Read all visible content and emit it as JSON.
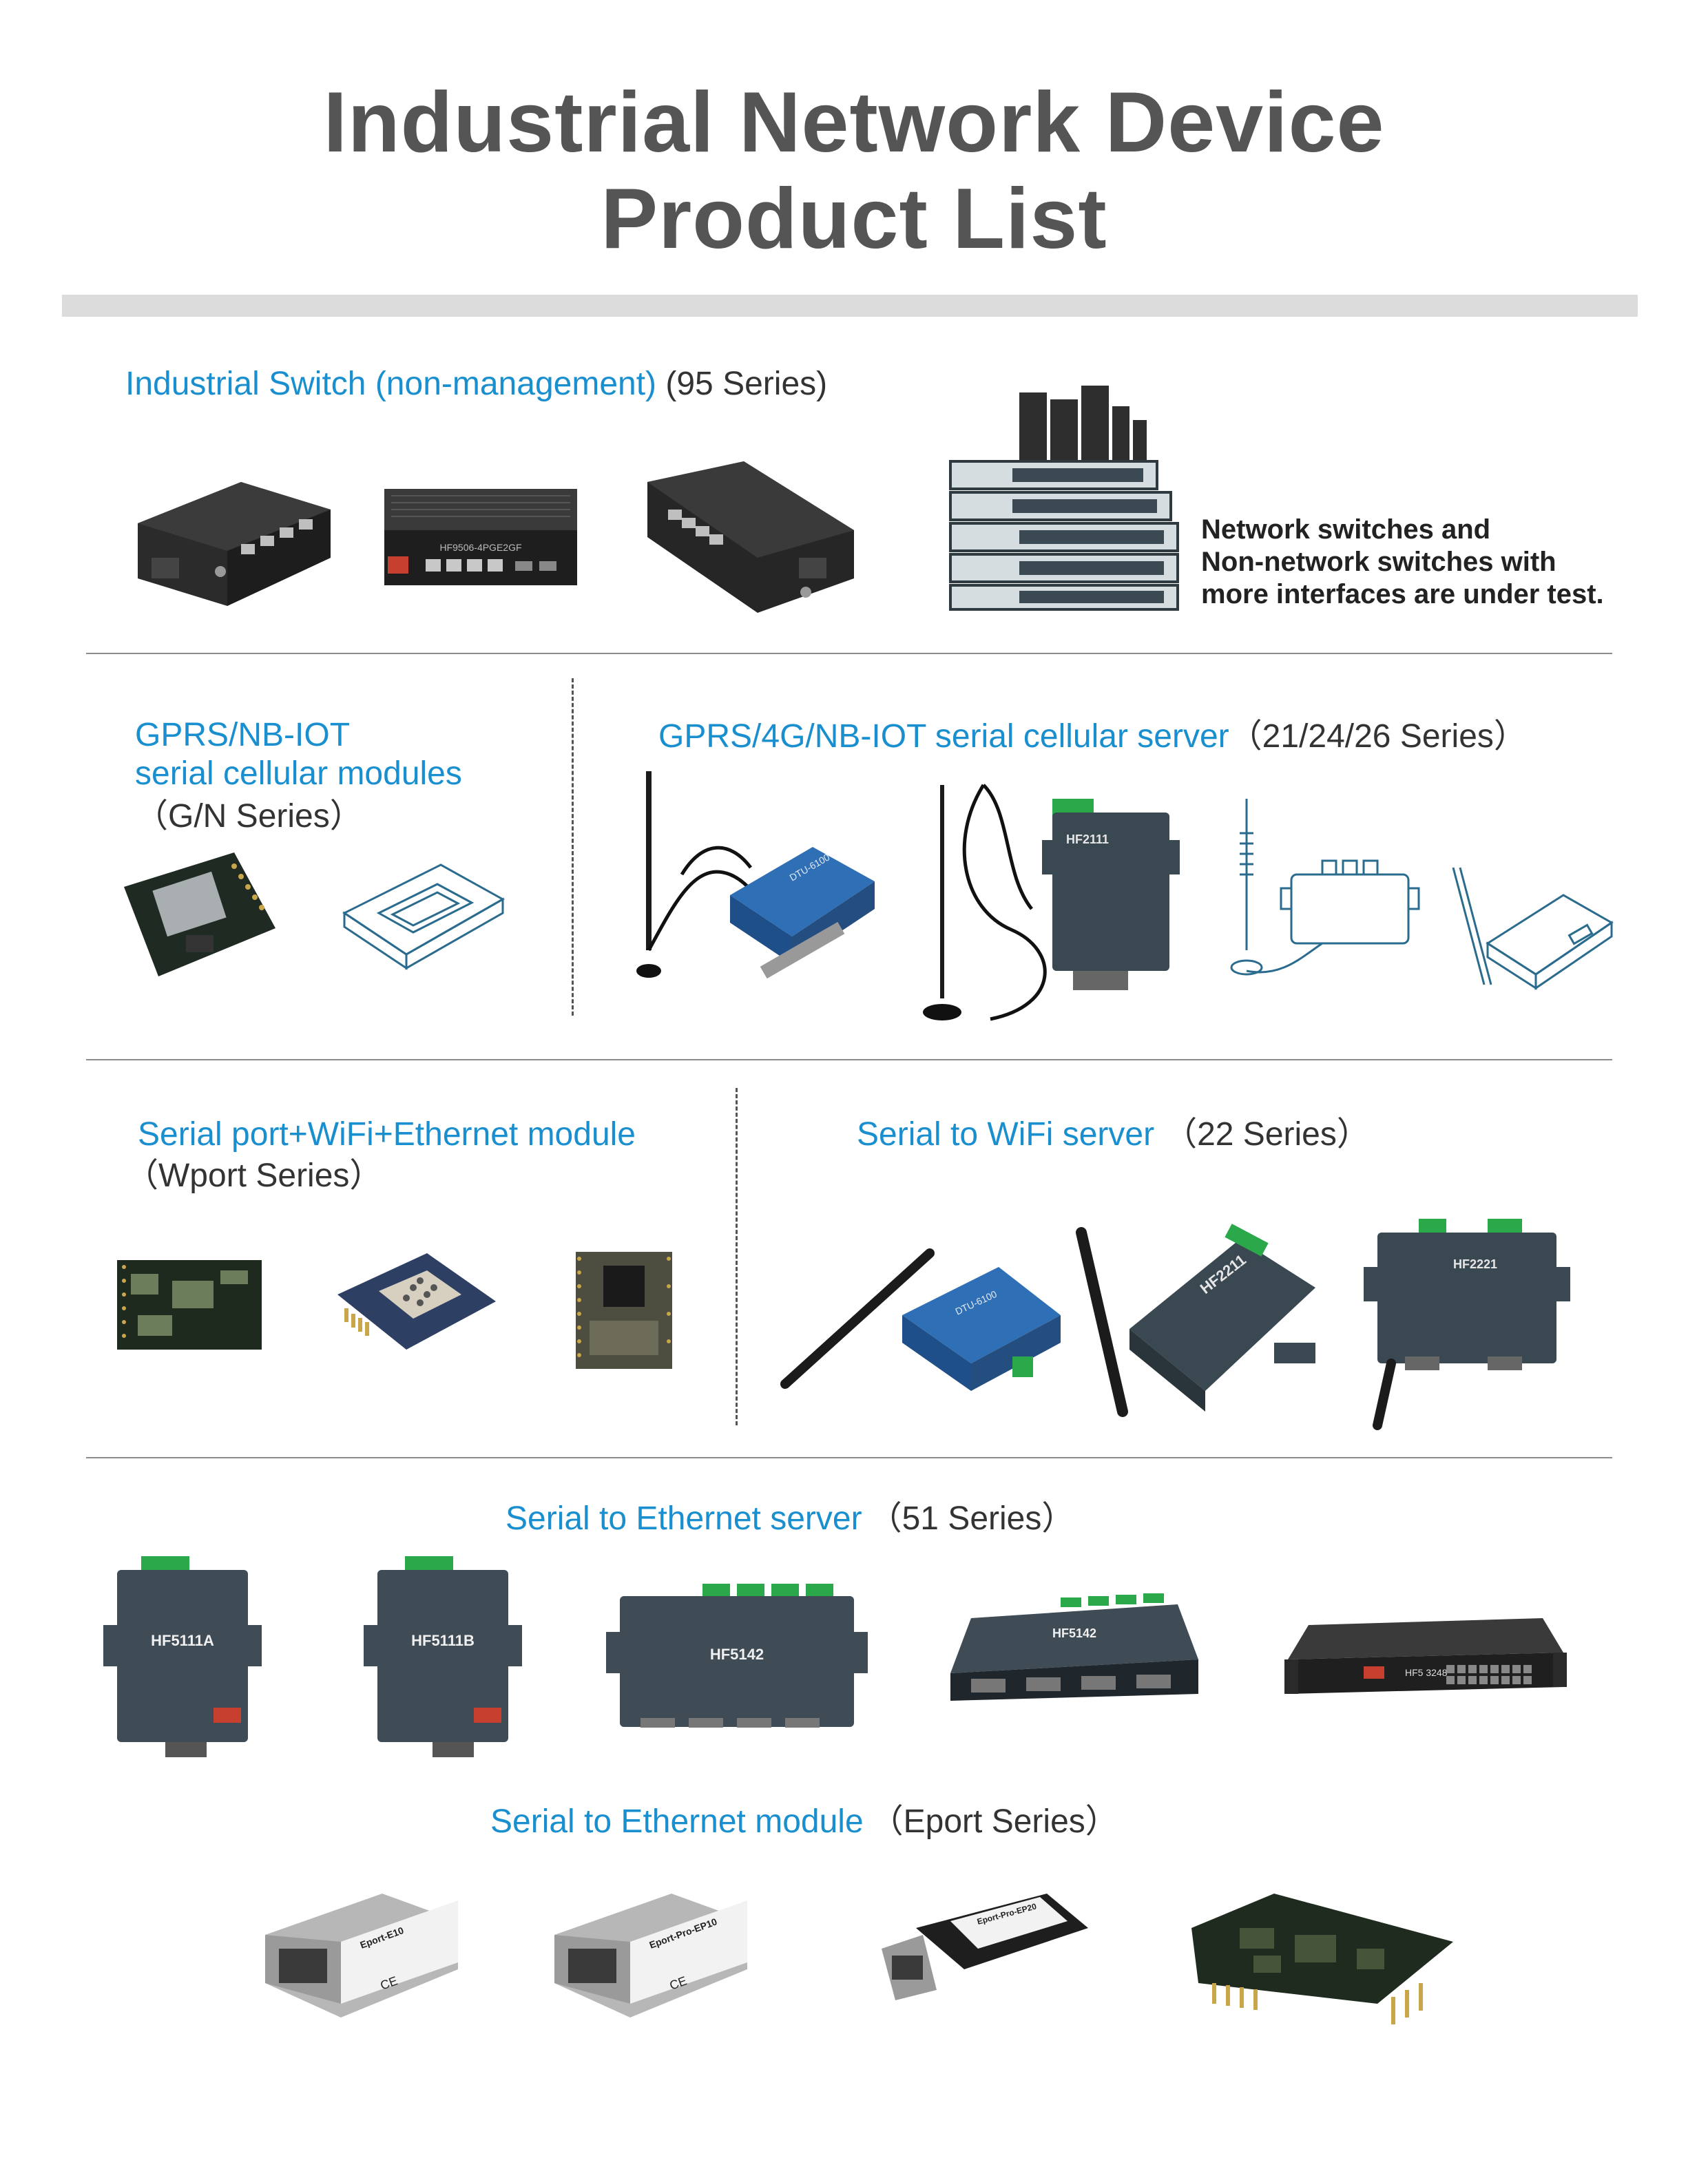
{
  "title": {
    "line1": "Industrial Network Device",
    "line2": "Product List"
  },
  "colors": {
    "heading_blue": "#1a8fcf",
    "title_gray": "#555555",
    "rule_gray": "#8c8c8c",
    "bar_gray": "#dcdcdc"
  },
  "sections": {
    "switch": {
      "heading": "Industrial Switch (non-management)",
      "series": " (95 Series)",
      "note": [
        "Network switches and",
        "Non-network switches with",
        "more interfaces are under test."
      ],
      "product_labels": [
        "HF9506-4PGE2GF"
      ]
    },
    "gprs_module": {
      "heading_line1": "GPRS/NB-IOT",
      "heading_line2": "serial cellular modules",
      "series": "（G/N Series）"
    },
    "cellular_server": {
      "heading": "GPRS/4G/NB-IOT serial cellular server",
      "series": "（21/24/26 Series）",
      "product_labels": [
        "DTU-6100",
        "HF2111"
      ]
    },
    "wport": {
      "heading": "Serial port+WiFi+Ethernet module",
      "series": "（Wport Series）"
    },
    "wifi_server": {
      "heading": "Serial to WiFi server",
      "series": "（22 Series）",
      "product_labels": [
        "HF2211",
        "HF2221"
      ]
    },
    "eth_server": {
      "heading": "Serial to Ethernet server",
      "series": "（51 Series）",
      "product_labels": [
        "HF5111A",
        "HF5111B",
        "HF5142",
        "HF5142",
        "HF5 3248"
      ]
    },
    "eport": {
      "heading": "Serial to Ethernet module",
      "series": "（Eport Series）",
      "product_labels": [
        "Eport-E10",
        "Eport-Pro-EP10",
        "Eport-Pro-EP20"
      ]
    }
  }
}
